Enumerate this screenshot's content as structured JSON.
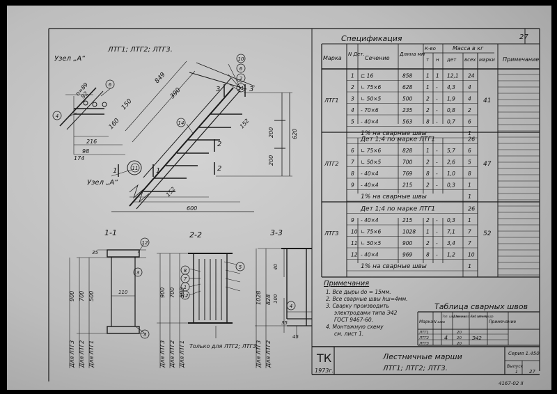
{
  "sheet_number": "27",
  "drawing": {
    "title": "ЛТГ1; ЛТГ2; ЛТГ3.",
    "node_label": "Узел „А“",
    "node_label_lower": "Узел „А“",
    "dims": {
      "d849": "849",
      "d390": "390",
      "d150": "150",
      "d160": "160",
      "d174": "174",
      "d216": "216",
      "d600": "600",
      "d200a": "200",
      "d200b": "200",
      "d620": "620",
      "d152a": "152",
      "d152b": "152",
      "d98": "98",
      "n": "n=89",
      "d92": "92",
      "s100": "100",
      "s110": "110",
      "s40": "40",
      "s45": "45",
      "s35a": "35",
      "s35b": "35"
    },
    "callouts": [
      "10",
      "6",
      "2",
      "11",
      "4",
      "6",
      "14",
      "11",
      "12",
      "3",
      "3",
      "5",
      "8",
      "7",
      "1",
      "12",
      "4"
    ],
    "cut_marks": [
      "3",
      "3",
      "2",
      "2",
      "1",
      "1"
    ],
    "sections": {
      "s1": "1-1",
      "s2": "2-2",
      "s3": "3-3"
    },
    "vertical_labels": {
      "v1": "Для ЛТГ3",
      "v2": "Для ЛТГ2",
      "v3": "Для ЛТГ1",
      "v4": "Для ЛТГ3",
      "v5": "Для ЛТГ2",
      "v6": "Для ЛТГ1",
      "v7": "Для ЛТГ3",
      "v8": "Для ЛТГ2",
      "d1": "900",
      "d2": "700",
      "d3": "500",
      "d4": "900",
      "d5": "700",
      "d6": "500",
      "d7": "1028",
      "d8": "828"
    },
    "only_for": "Только для ЛТГ2; ЛТГ3."
  },
  "spec": {
    "title": "Спецификация",
    "headers": {
      "mark": "Марка",
      "pos": "N Дет.",
      "section": "Сечение",
      "length": "Длина мм",
      "qty": "К-во",
      "qty_t": "т",
      "qty_n": "н",
      "mass": "Масса в кг",
      "mass_det": "дет",
      "mass_all": "всех",
      "mass_mark": "марки",
      "note": "Примечание"
    },
    "groups": [
      {
        "mark": "ЛТГ1",
        "total": "41",
        "rows": [
          {
            "pos": "1",
            "sec": "⊏ 16",
            "len": "858",
            "t": "1",
            "n": "1",
            "det": "12,1",
            "all": "24"
          },
          {
            "pos": "2",
            "sec": "∟ 75×6",
            "len": "628",
            "t": "1",
            "n": "-",
            "det": "4,3",
            "all": "4"
          },
          {
            "pos": "3",
            "sec": "∟ 50×5",
            "len": "500",
            "t": "2",
            "n": "-",
            "det": "1,9",
            "all": "4"
          },
          {
            "pos": "4",
            "sec": "- 70×6",
            "len": "235",
            "t": "2",
            "n": "-",
            "det": "0,8",
            "all": "2"
          },
          {
            "pos": "5",
            "sec": "- 40×4",
            "len": "563",
            "t": "8",
            "n": "-",
            "det": "0,7",
            "all": "6"
          },
          {
            "pos": "",
            "sec": "1% на сварные швы",
            "len": "",
            "t": "",
            "n": "",
            "det": "",
            "all": "1"
          }
        ]
      },
      {
        "mark": "ЛТГ2",
        "total": "47",
        "rows": [
          {
            "pos": "",
            "sec": "Дет 1;4 по марке ЛТГ1",
            "len": "",
            "t": "",
            "n": "",
            "det": "",
            "all": "26"
          },
          {
            "pos": "6",
            "sec": "∟ 75×6",
            "len": "828",
            "t": "1",
            "n": "-",
            "det": "5,7",
            "all": "6"
          },
          {
            "pos": "7",
            "sec": "∟ 50×5",
            "len": "700",
            "t": "2",
            "n": "-",
            "det": "2,6",
            "all": "5"
          },
          {
            "pos": "8",
            "sec": "- 40×4",
            "len": "769",
            "t": "8",
            "n": "-",
            "det": "1,0",
            "all": "8"
          },
          {
            "pos": "9",
            "sec": "- 40×4",
            "len": "215",
            "t": "2",
            "n": "-",
            "det": "0,3",
            "all": "1"
          },
          {
            "pos": "",
            "sec": "1% на сварные швы",
            "len": "",
            "t": "",
            "n": "",
            "det": "",
            "all": "1"
          }
        ]
      },
      {
        "mark": "ЛТГ3",
        "total": "52",
        "rows": [
          {
            "pos": "",
            "sec": "Дет 1;4 по марке ЛТГ1",
            "len": "",
            "t": "",
            "n": "",
            "det": "",
            "all": "26"
          },
          {
            "pos": "9",
            "sec": "- 40×4",
            "len": "215",
            "t": "2",
            "n": "-",
            "det": "0,3",
            "all": "1"
          },
          {
            "pos": "10",
            "sec": "∟ 75×6",
            "len": "1028",
            "t": "1",
            "n": "-",
            "det": "7,1",
            "all": "7"
          },
          {
            "pos": "11",
            "sec": "∟ 50×5",
            "len": "900",
            "t": "2",
            "n": "-",
            "det": "3,4",
            "all": "7"
          },
          {
            "pos": "12",
            "sec": "- 40×4",
            "len": "969",
            "t": "8",
            "n": "-",
            "det": "1,2",
            "all": "10"
          },
          {
            "pos": "",
            "sec": "1% на сварные швы",
            "len": "",
            "t": "",
            "n": "",
            "det": "",
            "all": "1"
          }
        ]
      }
    ]
  },
  "notes": {
    "title": "Примечания",
    "items": [
      "1. Все дыры do = 15мм.",
      "2. Все сварные швы hш=4мм.",
      "3. Сварку производить",
      "электродами типа Э42",
      "ГОСТ 9467-60.",
      "4. Монтажную схему",
      "см. лист 1."
    ]
  },
  "weld_table": {
    "title": "Таблица сварных швов",
    "headers": {
      "mark": "Марка",
      "nw": "N шва",
      "hw": "Тол. шва hш мм",
      "len": "Длина шва на 1 шт мм",
      "el": "Тип элек-трода",
      "note": "Примечание"
    },
    "marks": [
      "ЛТГ1",
      "ЛТГ2",
      "ЛТГ3"
    ],
    "hw": "4",
    "lens": [
      "20",
      "20",
      "20"
    ],
    "el": "Э42"
  },
  "title_block": {
    "tk": "ТК",
    "year": "1973г.",
    "name": "Лестничные марши",
    "marks": "ЛТГ1; ЛТГ2; ЛТГ3.",
    "series": "Серия 1.450",
    "sub": "Выпуск",
    "issue": "1",
    "sheet": "27",
    "code": "4167-02 II"
  }
}
